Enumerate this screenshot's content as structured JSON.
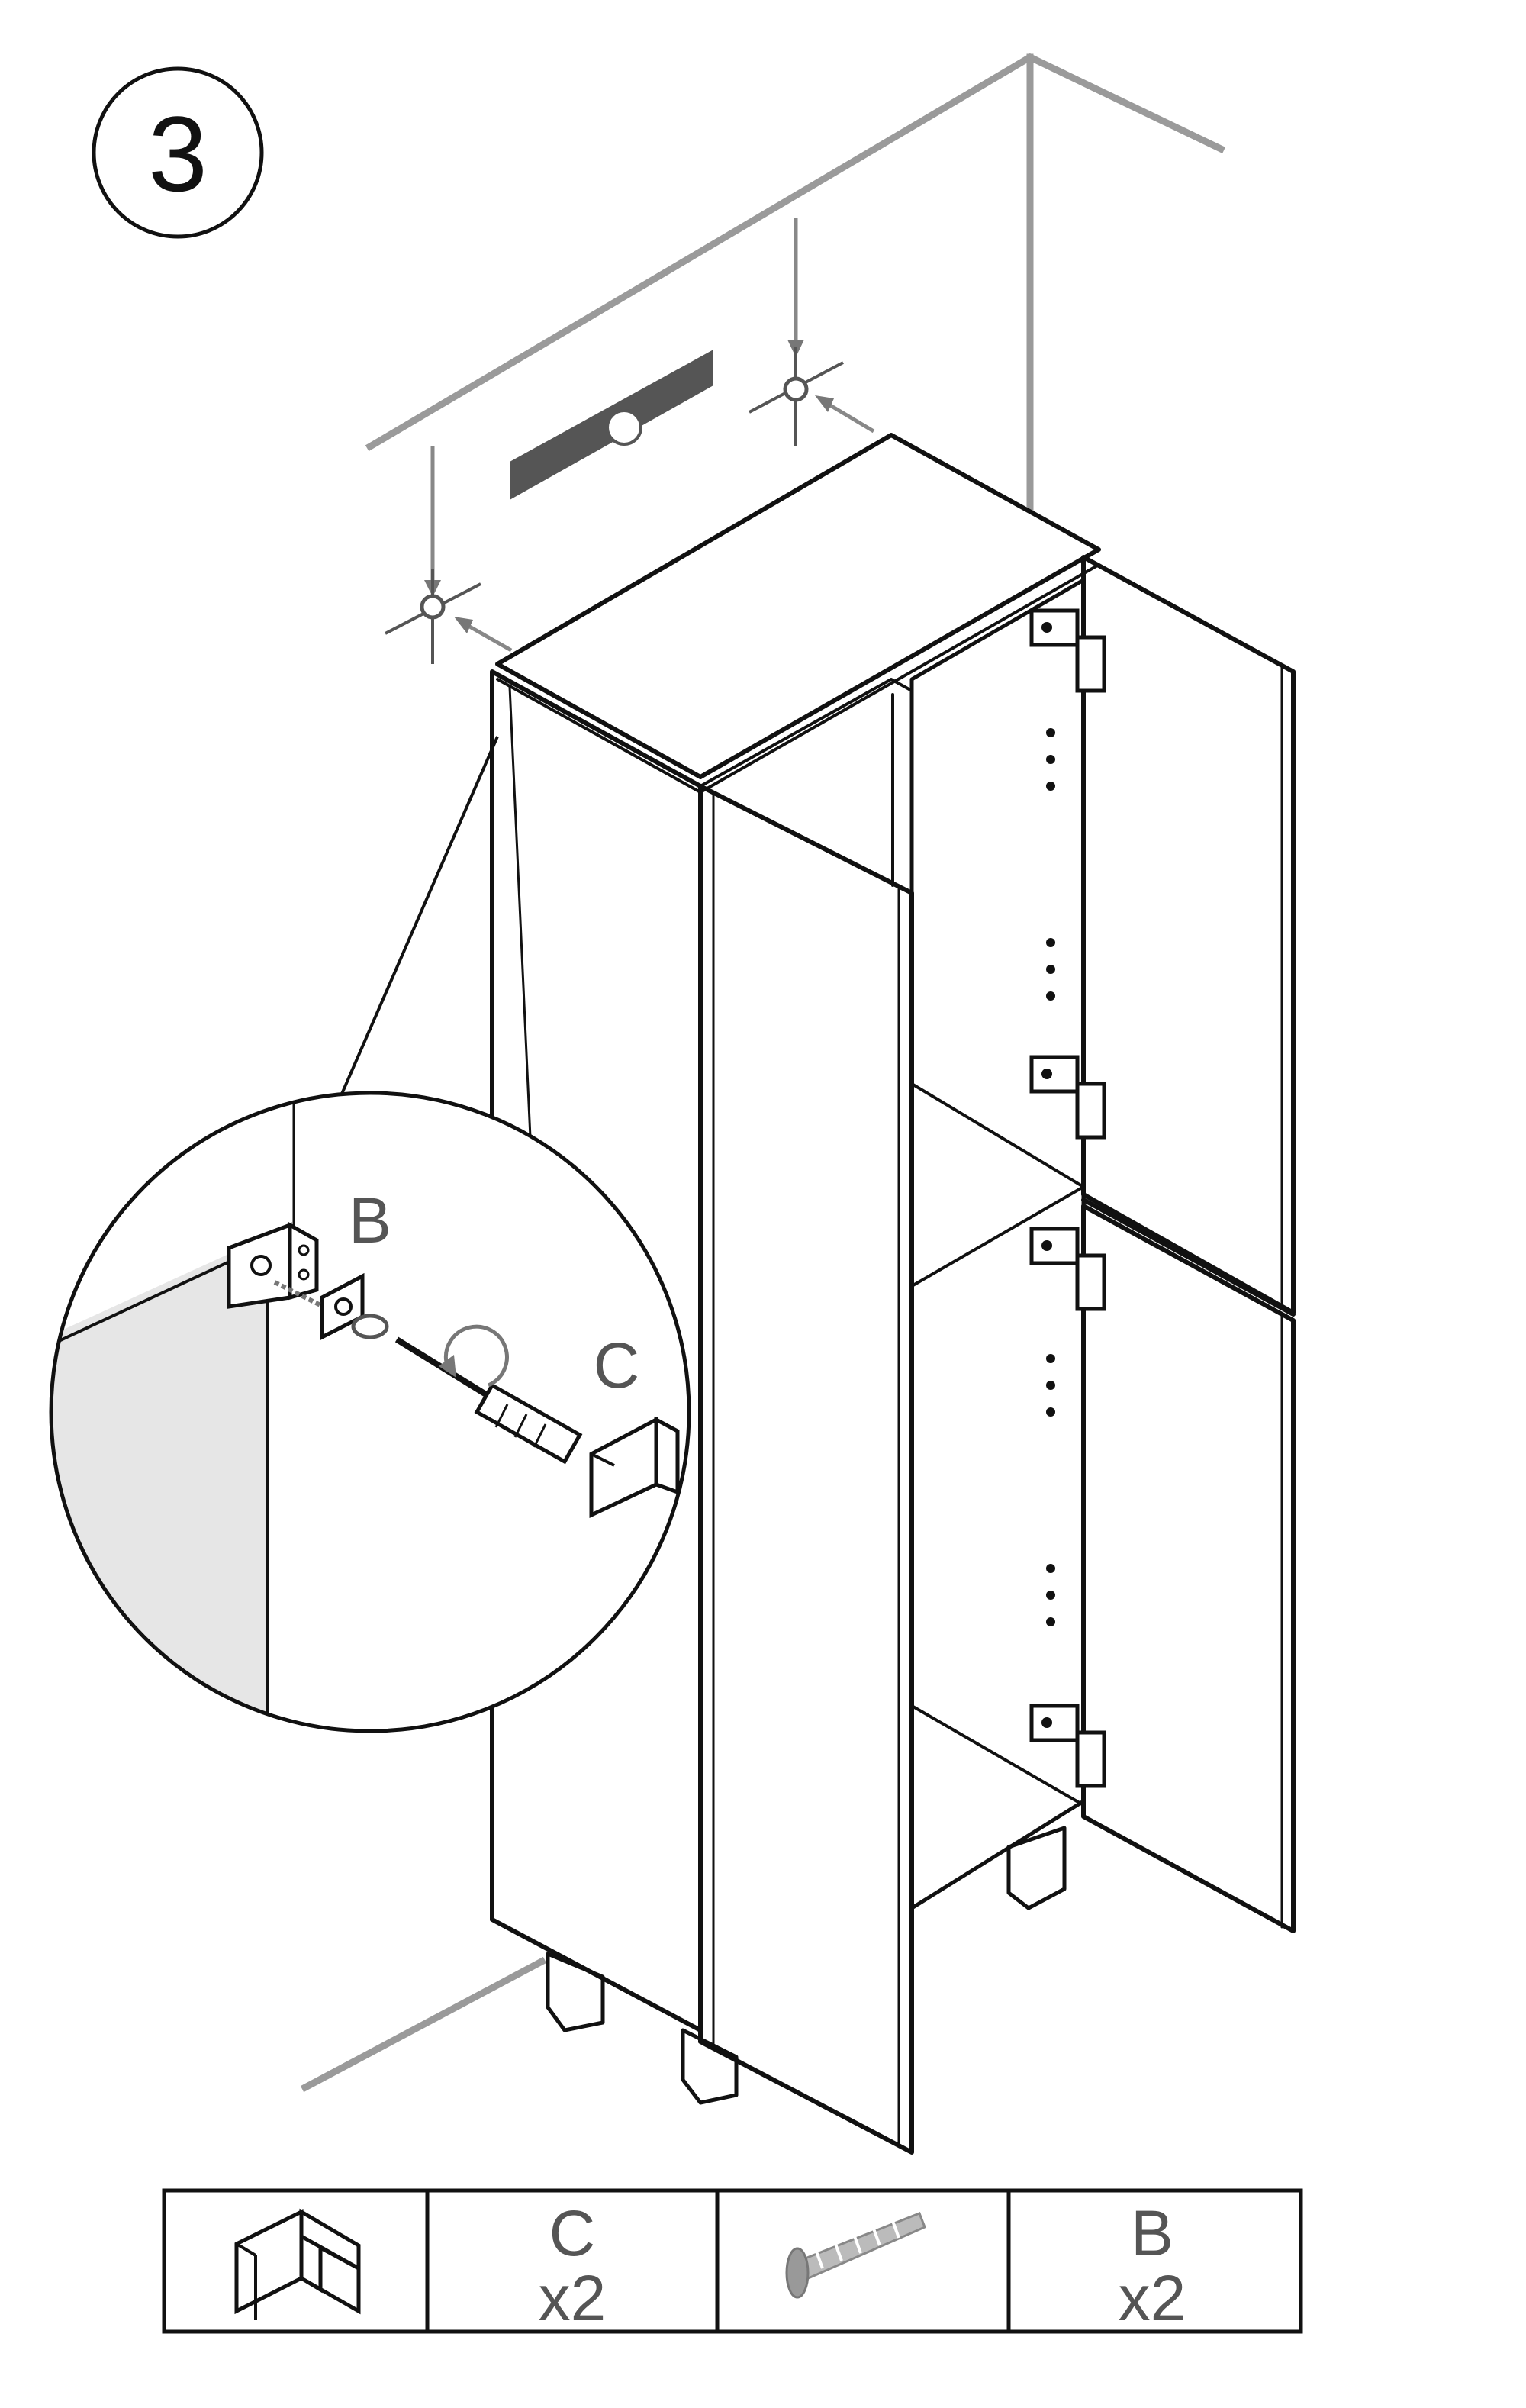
{
  "step": {
    "number": "3"
  },
  "callouts": {
    "bracket": "B",
    "block": "C"
  },
  "parts_table": {
    "cells": [
      {
        "icon": "l-bracket-block-icon",
        "label": "",
        "qty": ""
      },
      {
        "icon": "",
        "label": "C",
        "qty": "x2"
      },
      {
        "icon": "screw-icon",
        "label": "",
        "qty": ""
      },
      {
        "icon": "",
        "label": "B",
        "qty": "x2"
      }
    ]
  },
  "colors": {
    "wall": "#9a9a9a",
    "line": "#111111",
    "shade": "#e6e6e6",
    "level": "#555555"
  }
}
